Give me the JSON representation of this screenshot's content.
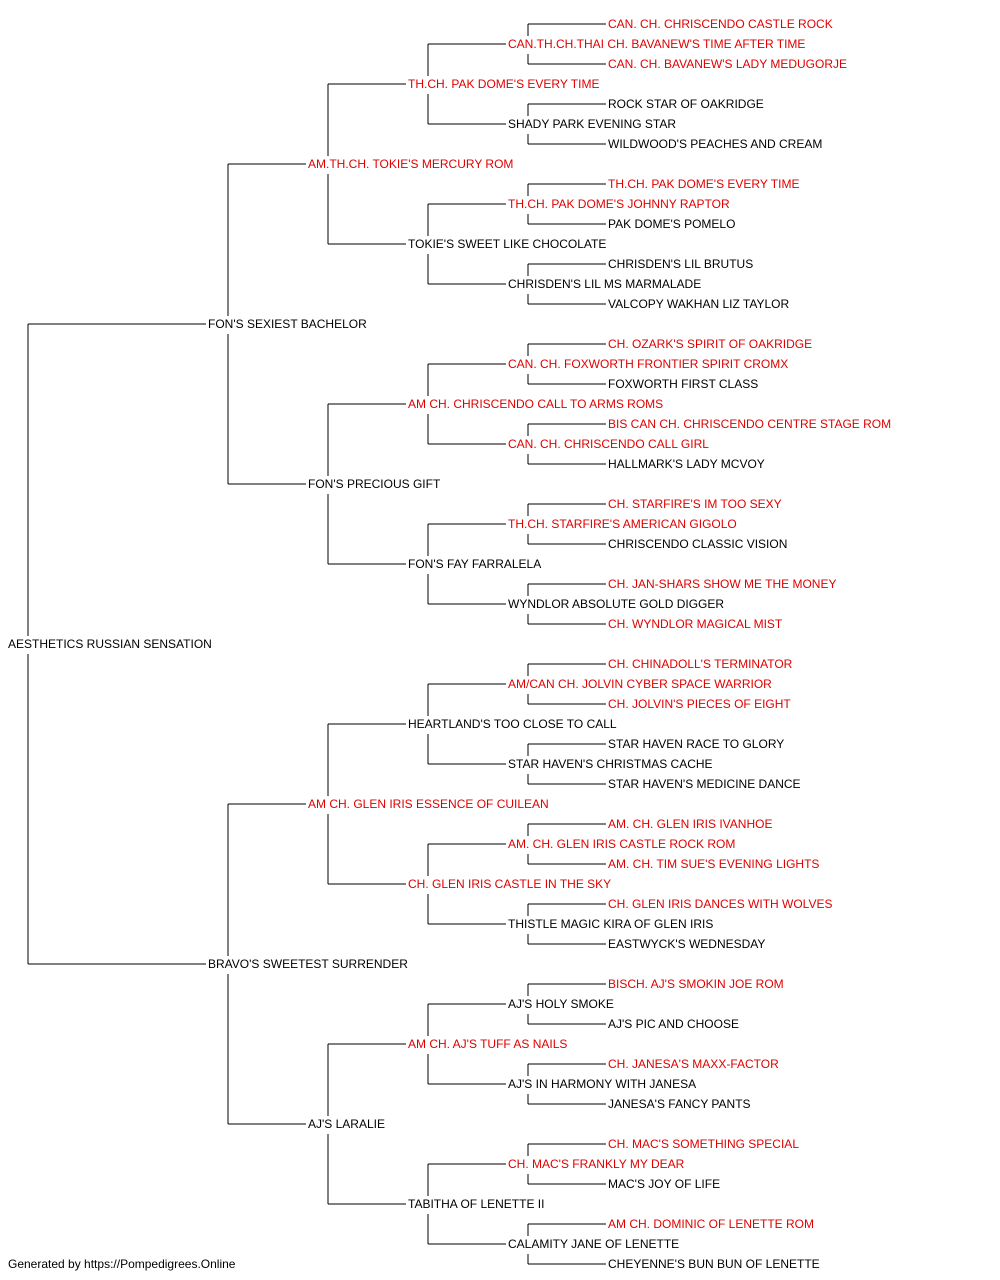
{
  "colors": {
    "champion": "#e00000",
    "normal": "#000000",
    "line": "#000000"
  },
  "pedigree": {
    "root": {
      "name": "AESTHETICS RUSSIAN SENSATION",
      "champion": false
    },
    "sire": {
      "name": "FON'S SEXIEST BACHELOR",
      "champion": false
    },
    "dam": {
      "name": "BRAVO'S SWEETEST SURRENDER",
      "champion": false
    },
    "gen2": [
      {
        "name": "AM.TH.CH. TOKIE'S MERCURY ROM",
        "champion": true
      },
      {
        "name": "FON'S PRECIOUS GIFT",
        "champion": false
      },
      {
        "name": "AM CH. GLEN IRIS ESSENCE OF CUILEAN",
        "champion": true
      },
      {
        "name": "AJ'S LARALIE",
        "champion": false
      }
    ],
    "gen3": [
      {
        "name": "TH.CH. PAK DOME'S EVERY TIME",
        "champion": true
      },
      {
        "name": "TOKIE'S SWEET LIKE CHOCOLATE",
        "champion": false
      },
      {
        "name": "AM CH. CHRISCENDO CALL TO ARMS ROMS",
        "champion": true
      },
      {
        "name": "FON'S FAY FARRALELA",
        "champion": false
      },
      {
        "name": "HEARTLAND'S TOO CLOSE TO CALL",
        "champion": false
      },
      {
        "name": "CH. GLEN IRIS CASTLE IN THE SKY",
        "champion": true
      },
      {
        "name": "AM CH. AJ'S TUFF AS NAILS",
        "champion": true
      },
      {
        "name": "TABITHA OF LENETTE II",
        "champion": false
      }
    ],
    "gen4": [
      {
        "name": "CAN.TH.CH.THAI CH. BAVANEW'S TIME AFTER TIME",
        "champion": true
      },
      {
        "name": "SHADY PARK EVENING STAR",
        "champion": false
      },
      {
        "name": "TH.CH. PAK DOME'S JOHNNY RAPTOR",
        "champion": true
      },
      {
        "name": "CHRISDEN'S LIL MS MARMALADE",
        "champion": false
      },
      {
        "name": "CAN. CH. FOXWORTH FRONTIER SPIRIT CROMX",
        "champion": true
      },
      {
        "name": "CAN. CH. CHRISCENDO CALL GIRL",
        "champion": true
      },
      {
        "name": "TH.CH. STARFIRE'S AMERICAN GIGOLO",
        "champion": true
      },
      {
        "name": "WYNDLOR ABSOLUTE GOLD DIGGER",
        "champion": false
      },
      {
        "name": "AM/CAN CH. JOLVIN CYBER SPACE WARRIOR",
        "champion": true
      },
      {
        "name": "STAR HAVEN'S CHRISTMAS CACHE",
        "champion": false
      },
      {
        "name": "AM. CH. GLEN IRIS CASTLE ROCK ROM",
        "champion": true
      },
      {
        "name": "THISTLE MAGIC KIRA OF GLEN IRIS",
        "champion": false
      },
      {
        "name": "AJ'S HOLY SMOKE",
        "champion": false
      },
      {
        "name": "AJ'S IN HARMONY WITH JANESA",
        "champion": false
      },
      {
        "name": "CH. MAC'S FRANKLY MY DEAR",
        "champion": true
      },
      {
        "name": "CALAMITY JANE OF LENETTE",
        "champion": false
      }
    ],
    "gen5": [
      {
        "name": "CAN. CH. CHRISCENDO CASTLE ROCK",
        "champion": true
      },
      {
        "name": "CAN. CH. BAVANEW'S LADY MEDUGORJE",
        "champion": true
      },
      {
        "name": "ROCK STAR OF OAKRIDGE",
        "champion": false
      },
      {
        "name": "WILDWOOD'S PEACHES AND CREAM",
        "champion": false
      },
      {
        "name": "TH.CH. PAK DOME'S EVERY TIME",
        "champion": true
      },
      {
        "name": "PAK DOME'S POMELO",
        "champion": false
      },
      {
        "name": "CHRISDEN'S LIL BRUTUS",
        "champion": false
      },
      {
        "name": "VALCOPY WAKHAN LIZ TAYLOR",
        "champion": false
      },
      {
        "name": "CH. OZARK'S SPIRIT OF OAKRIDGE",
        "champion": true
      },
      {
        "name": "FOXWORTH FIRST CLASS",
        "champion": false
      },
      {
        "name": "BIS CAN CH. CHRISCENDO CENTRE STAGE ROM",
        "champion": true
      },
      {
        "name": "HALLMARK'S LADY MCVOY",
        "champion": false
      },
      {
        "name": "CH. STARFIRE'S IM TOO SEXY",
        "champion": true
      },
      {
        "name": "CHRISCENDO CLASSIC VISION",
        "champion": false
      },
      {
        "name": "CH. JAN-SHARS SHOW ME THE MONEY",
        "champion": true
      },
      {
        "name": "CH. WYNDLOR MAGICAL MIST",
        "champion": true
      },
      {
        "name": "CH. CHINADOLL'S TERMINATOR",
        "champion": true
      },
      {
        "name": "CH. JOLVIN'S PIECES OF EIGHT",
        "champion": true
      },
      {
        "name": "STAR HAVEN RACE TO GLORY",
        "champion": false
      },
      {
        "name": "STAR HAVEN'S MEDICINE DANCE",
        "champion": false
      },
      {
        "name": "AM. CH. GLEN IRIS IVANHOE",
        "champion": true
      },
      {
        "name": "AM. CH. TIM SUE'S EVENING LIGHTS",
        "champion": true
      },
      {
        "name": "CH. GLEN IRIS DANCES WITH WOLVES",
        "champion": true
      },
      {
        "name": "EASTWYCK'S WEDNESDAY",
        "champion": false
      },
      {
        "name": "BISCH. AJ'S SMOKIN JOE ROM",
        "champion": true
      },
      {
        "name": "AJ'S PIC AND CHOOSE",
        "champion": false
      },
      {
        "name": "CH. JANESA'S MAXX-FACTOR",
        "champion": true
      },
      {
        "name": "JANESA'S FANCY PANTS",
        "champion": false
      },
      {
        "name": "CH. MAC'S SOMETHING SPECIAL",
        "champion": true
      },
      {
        "name": "MAC'S JOY OF LIFE",
        "champion": false
      },
      {
        "name": "AM CH. DOMINIC OF LENETTE ROM",
        "champion": true
      },
      {
        "name": "CHEYENNE'S BUN BUN OF LENETTE",
        "champion": false
      }
    ]
  },
  "footer": {
    "text": "Generated by https://Pompedigrees.Online"
  }
}
